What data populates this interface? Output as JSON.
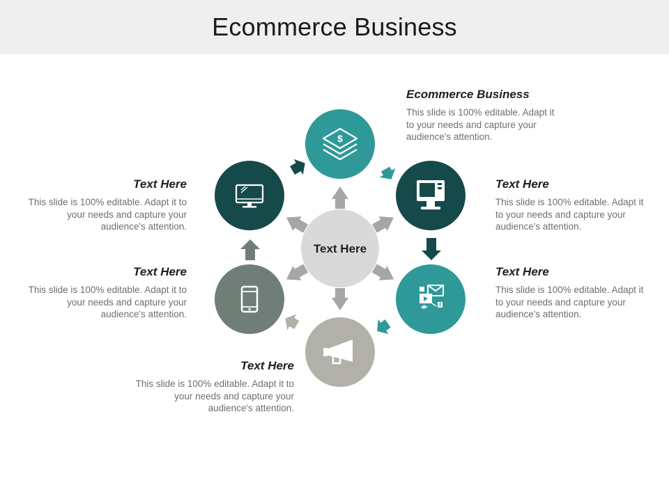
{
  "slide": {
    "title": "Ecommerce Business"
  },
  "center": {
    "label": "Text Here"
  },
  "nodes": [
    {
      "id": "top",
      "icon": "money-stack-icon",
      "color": "#2f9999"
    },
    {
      "id": "upper-right",
      "icon": "desktop-computer-icon",
      "color": "#164a4a"
    },
    {
      "id": "lower-right",
      "icon": "social-media-icon",
      "color": "#2f9999"
    },
    {
      "id": "bottom",
      "icon": "megaphone-icon",
      "color": "#b2b1a9"
    },
    {
      "id": "lower-left",
      "icon": "smartphone-icon",
      "color": "#6f7f78"
    },
    {
      "id": "upper-left",
      "icon": "monitor-icon",
      "color": "#164a4a"
    }
  ],
  "callouts": {
    "top": {
      "heading": "Ecommerce Business",
      "body": "This slide is 100% editable. Adapt it to your needs and capture your audience's attention."
    },
    "upper_right": {
      "heading": "Text Here",
      "body": "This slide is 100% editable. Adapt it to your needs and capture your audience's attention."
    },
    "lower_right": {
      "heading": "Text Here",
      "body": "This slide is 100% editable. Adapt it to your needs and capture your audience's attention."
    },
    "upper_left": {
      "heading": "Text Here",
      "body": "This slide is 100% editable. Adapt it to your needs and capture your audience's attention."
    },
    "lower_left": {
      "heading": "Text Here",
      "body": "This slide is 100% editable. Adapt it to your needs and capture your audience's attention."
    },
    "bottom": {
      "heading": "Text Here",
      "body": "This slide is 100% editable. Adapt it to your needs and capture your audience's attention."
    }
  },
  "colors": {
    "center_fill": "#d9d9d9",
    "spoke_arrow": "#a6a6a6",
    "teal": "#2f9999",
    "dark_teal": "#164a4a",
    "gray_green": "#6f7f78",
    "light_gray": "#b2b1a9"
  }
}
